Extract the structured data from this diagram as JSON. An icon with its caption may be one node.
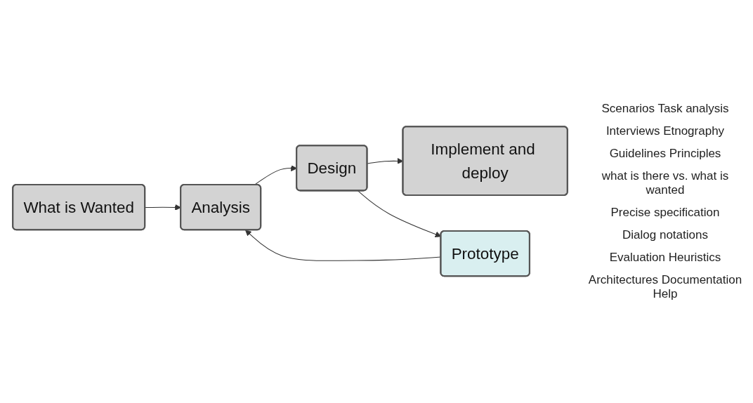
{
  "diagram": {
    "nodes": [
      {
        "text": [
          "What is Wanted"
        ]
      },
      {
        "text": [
          "Analysis"
        ]
      },
      {
        "text": [
          "Design"
        ]
      },
      {
        "text": [
          "Implement and deploy"
        ]
      },
      {
        "text": [
          "Prototype"
        ]
      }
    ],
    "edges": [
      {
        "from": 0,
        "to": 1,
        "arrow": "to"
      },
      {
        "from": 1,
        "to": 2,
        "arrow": "to"
      },
      {
        "from": 2,
        "to": 3,
        "arrow": "to"
      },
      {
        "from": 2,
        "to": 4,
        "arrow": "to"
      },
      {
        "from": 4,
        "to": 1,
        "arrow": "to"
      }
    ],
    "labels": [
      "Scenarios Task analysis",
      "Interviews Etnography",
      "Guidelines Principles",
      "what is there vs. what is wanted",
      "Precise specification",
      "Dialog notations",
      "Evaluation Heuristics",
      "Architectures Documentation Help"
    ]
  }
}
